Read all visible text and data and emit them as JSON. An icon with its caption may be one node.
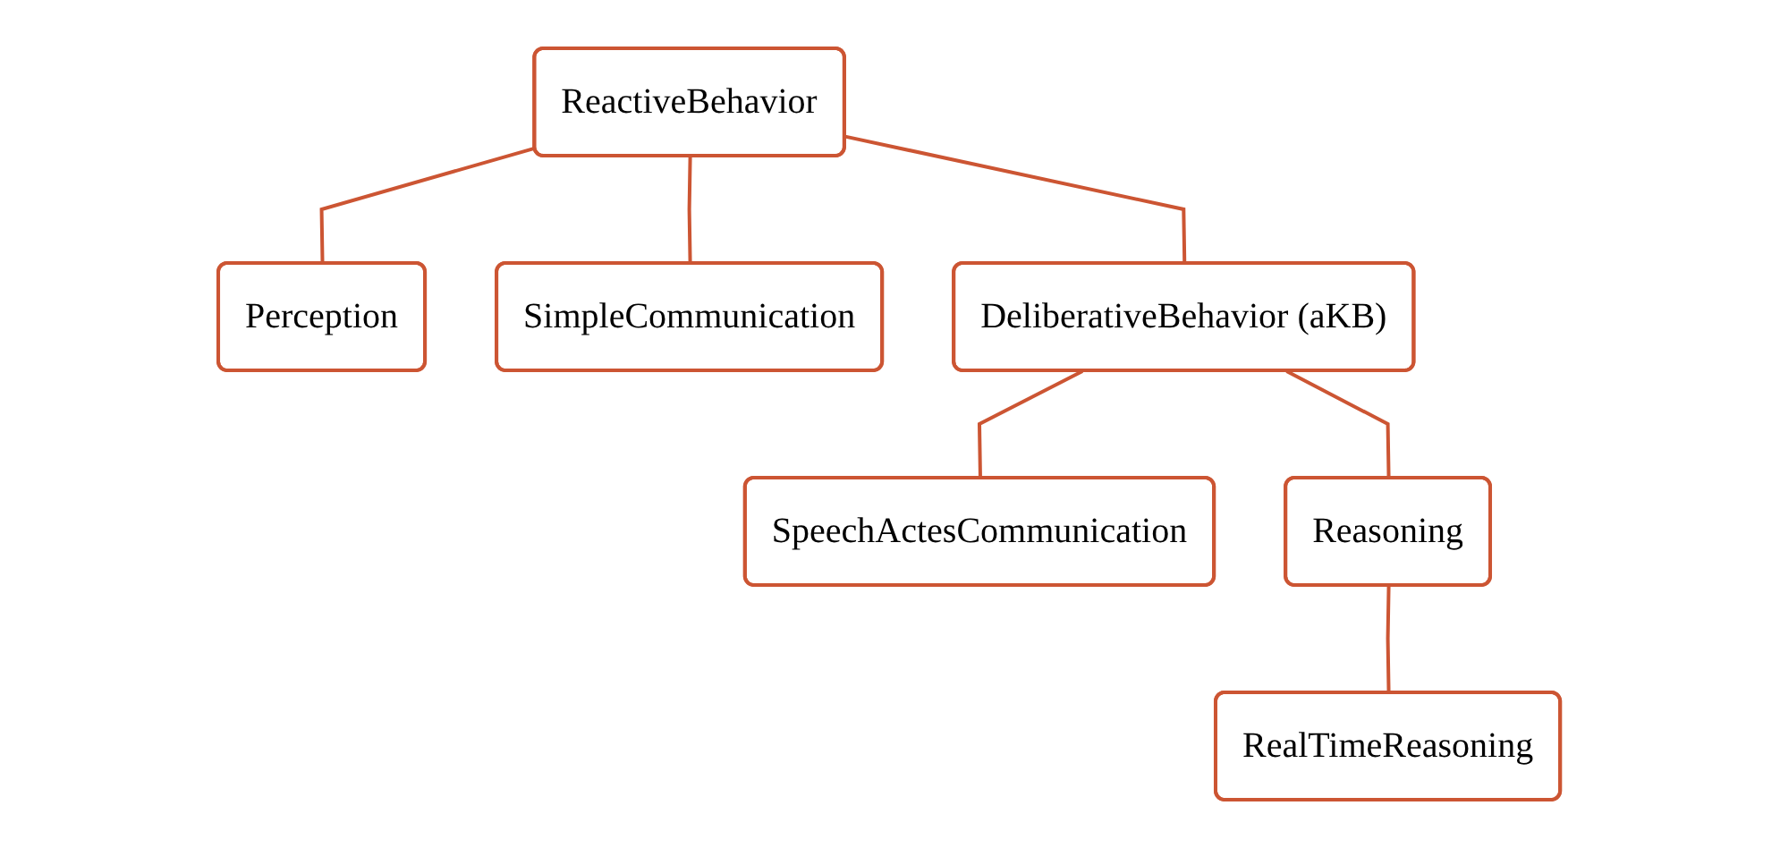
{
  "diagram": {
    "nodes": [
      {
        "text": [
          "ReactiveBehavior"
        ]
      },
      {
        "text": [
          "Perception"
        ]
      },
      {
        "text": [
          "SimpleCommunication"
        ]
      },
      {
        "text": [
          "DeliberativeBehavior (aKB)"
        ]
      },
      {
        "text": [
          "SpeechActesCommunication"
        ]
      },
      {
        "text": [
          "Reasoning"
        ]
      },
      {
        "text": [
          "RealTimeReasoning"
        ]
      }
    ],
    "edges": [
      {
        "from": 0,
        "to": 1,
        "arrow": "none"
      },
      {
        "from": 0,
        "to": 2,
        "arrow": "none"
      },
      {
        "from": 0,
        "to": 3,
        "arrow": "none"
      },
      {
        "from": 3,
        "to": 4,
        "arrow": "none"
      },
      {
        "from": 3,
        "to": 5,
        "arrow": "none"
      },
      {
        "from": 5,
        "to": 6,
        "arrow": "none"
      }
    ]
  }
}
